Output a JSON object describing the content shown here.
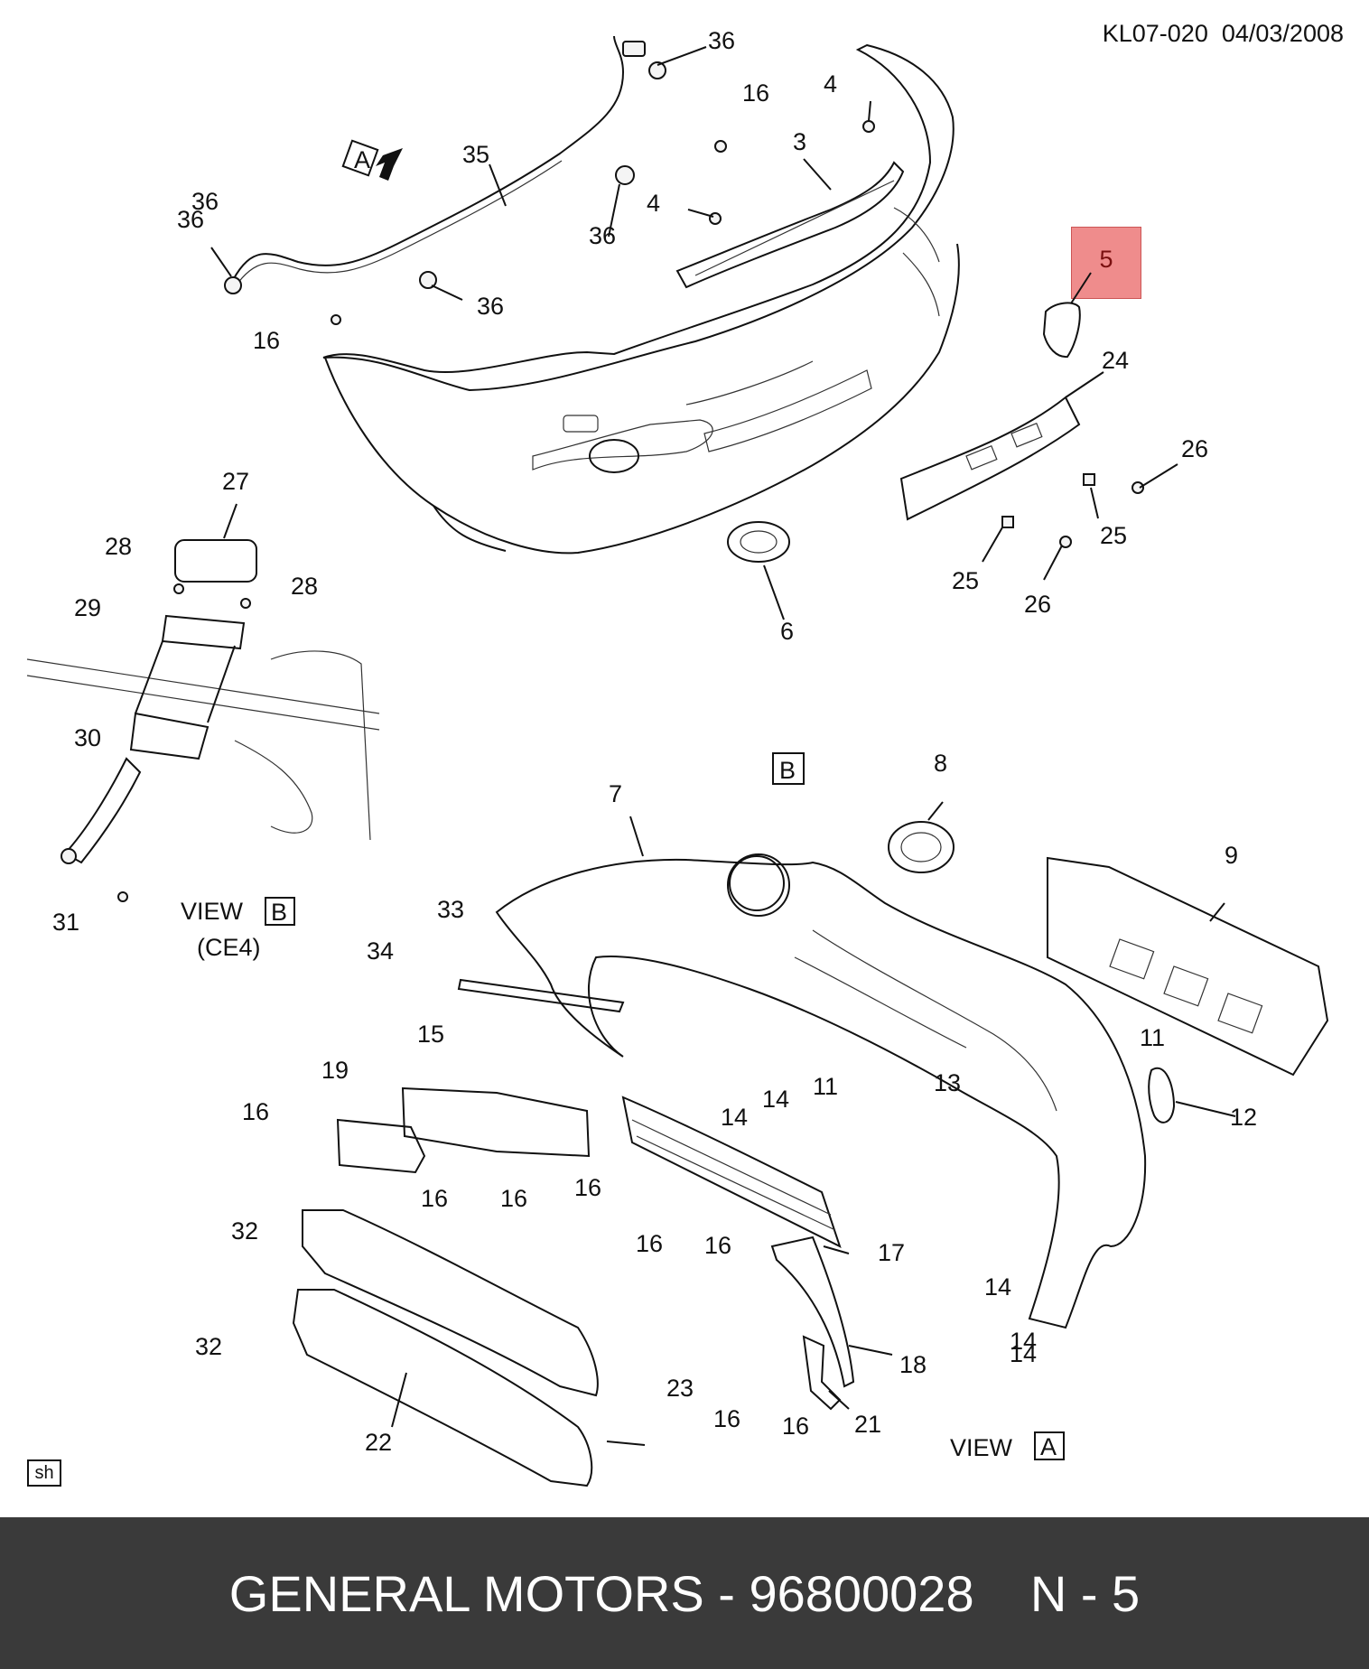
{
  "header": {
    "doc_id": "KL07-020",
    "date": "04/03/2008"
  },
  "highlight": {
    "label": "5",
    "color": "#ef8c8c"
  },
  "view_labels": {
    "view_b": {
      "word": "VIEW",
      "letter": "B",
      "note": "(CE4)"
    },
    "view_a": {
      "word": "VIEW",
      "letter": "A"
    },
    "arrow_a": "A",
    "callout_b": "B"
  },
  "corner_tag": "sh",
  "footer": {
    "text": "GENERAL MOTORS - 96800028    N - 5",
    "bg": "#3a3a3a"
  },
  "callouts": {
    "top": [
      "36",
      "36",
      "35",
      "36",
      "36",
      "36",
      "16",
      "4",
      "3",
      "4",
      "16",
      "24",
      "26",
      "25",
      "25",
      "26",
      "6"
    ],
    "view_b": [
      "27",
      "28",
      "28",
      "29",
      "30",
      "31"
    ],
    "bottom": [
      "8",
      "7",
      "9",
      "33",
      "34",
      "15",
      "19",
      "16",
      "16",
      "16",
      "16",
      "11",
      "11",
      "13",
      "12",
      "14",
      "14",
      "14",
      "14",
      "14",
      "16",
      "17",
      "16",
      "18",
      "16",
      "16",
      "21",
      "32",
      "32",
      "23",
      "22"
    ]
  },
  "icons": {
    "view_arrow": "arrow-icon",
    "frame_letter": "boxed-letter-icon"
  }
}
